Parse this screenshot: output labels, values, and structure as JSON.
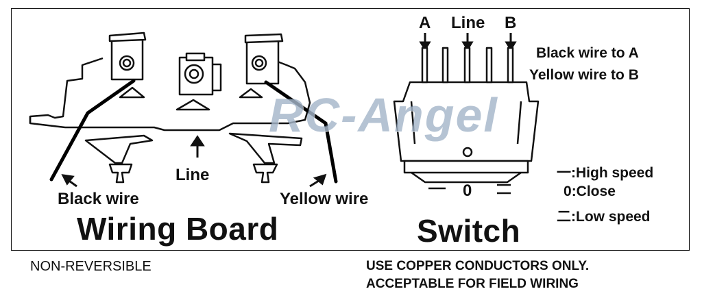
{
  "watermark": "RC-Angel",
  "wiring_board": {
    "title": "Wiring Board",
    "line_label": "Line",
    "black_wire_label": "Black wire",
    "yellow_wire_label": "Yellow wire"
  },
  "switch": {
    "title": "Switch",
    "terminal_a": "A",
    "terminal_line": "Line",
    "terminal_b": "B",
    "note_black": "Black wire to A",
    "note_yellow": "Yellow wire to B",
    "zero_mark": "0",
    "legend": [
      {
        "symbol": "一",
        "text": ":High speed"
      },
      {
        "symbol": "0",
        "text": ":Close"
      },
      {
        "symbol": "二",
        "text": ":Low speed"
      }
    ]
  },
  "footer": {
    "left": "NON-REVERSIBLE",
    "right_line1": "USE COPPER CONDUCTORS ONLY.",
    "right_line2": "ACCEPTABLE FOR FIELD WIRING"
  }
}
